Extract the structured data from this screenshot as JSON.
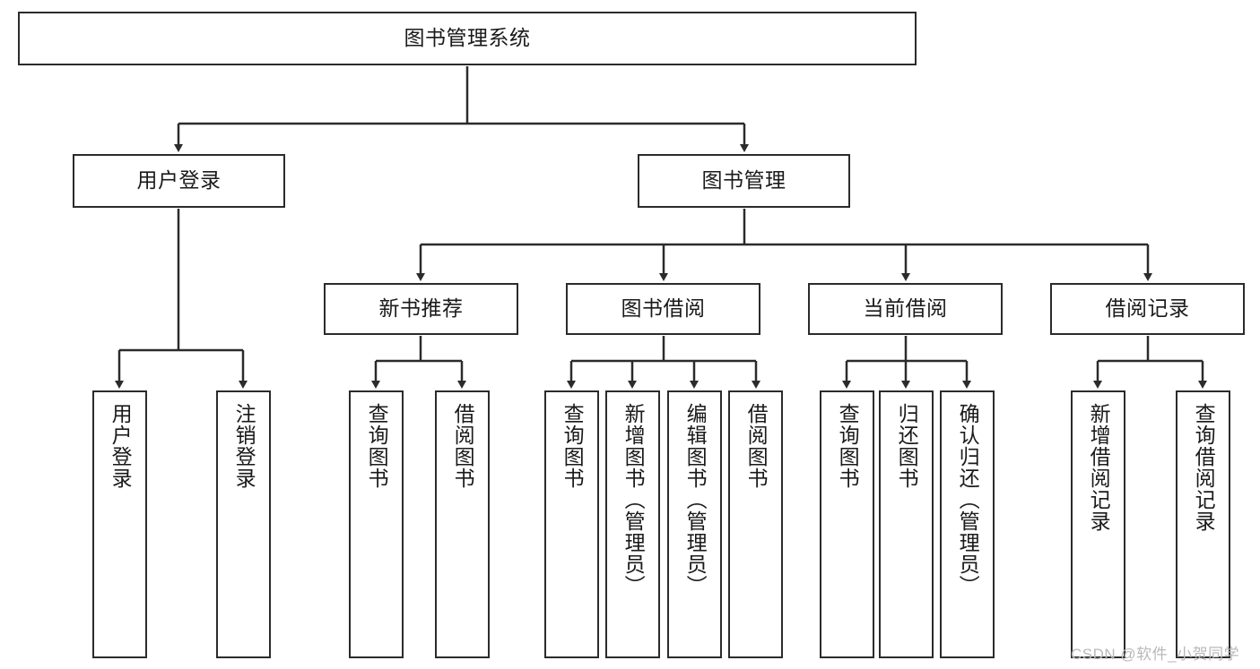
{
  "diagram": {
    "title": "图书管理系统",
    "type": "tree-hierarchy",
    "background_color": "#ffffff",
    "line_color": "#2b2b2b",
    "text_color": "#1a1a1a",
    "root": {
      "label": "图书管理系统"
    },
    "level2": [
      {
        "label": "用户登录"
      },
      {
        "label": "图书管理"
      }
    ],
    "level3": [
      {
        "label": "新书推荐"
      },
      {
        "label": "图书借阅"
      },
      {
        "label": "当前借阅"
      },
      {
        "label": "借阅记录"
      }
    ],
    "leaves": {
      "user_login": [
        {
          "label": "用户登录"
        },
        {
          "label": "注销登录"
        }
      ],
      "new_book_recommend": [
        {
          "label": "查询图书"
        },
        {
          "label": "借阅图书"
        }
      ],
      "book_borrow": [
        {
          "label": "查询图书"
        },
        {
          "label": "新增图书（管理员）"
        },
        {
          "label": "编辑图书（管理员）"
        },
        {
          "label": "借阅图书"
        }
      ],
      "current_borrow": [
        {
          "label": "查询图书"
        },
        {
          "label": "归还图书"
        },
        {
          "label": "确认归还（管理员）"
        }
      ],
      "borrow_record": [
        {
          "label": "新增借阅记录"
        },
        {
          "label": "查询借阅记录"
        }
      ]
    }
  },
  "watermark": {
    "text": "CSDN @软件_小贺同学"
  }
}
